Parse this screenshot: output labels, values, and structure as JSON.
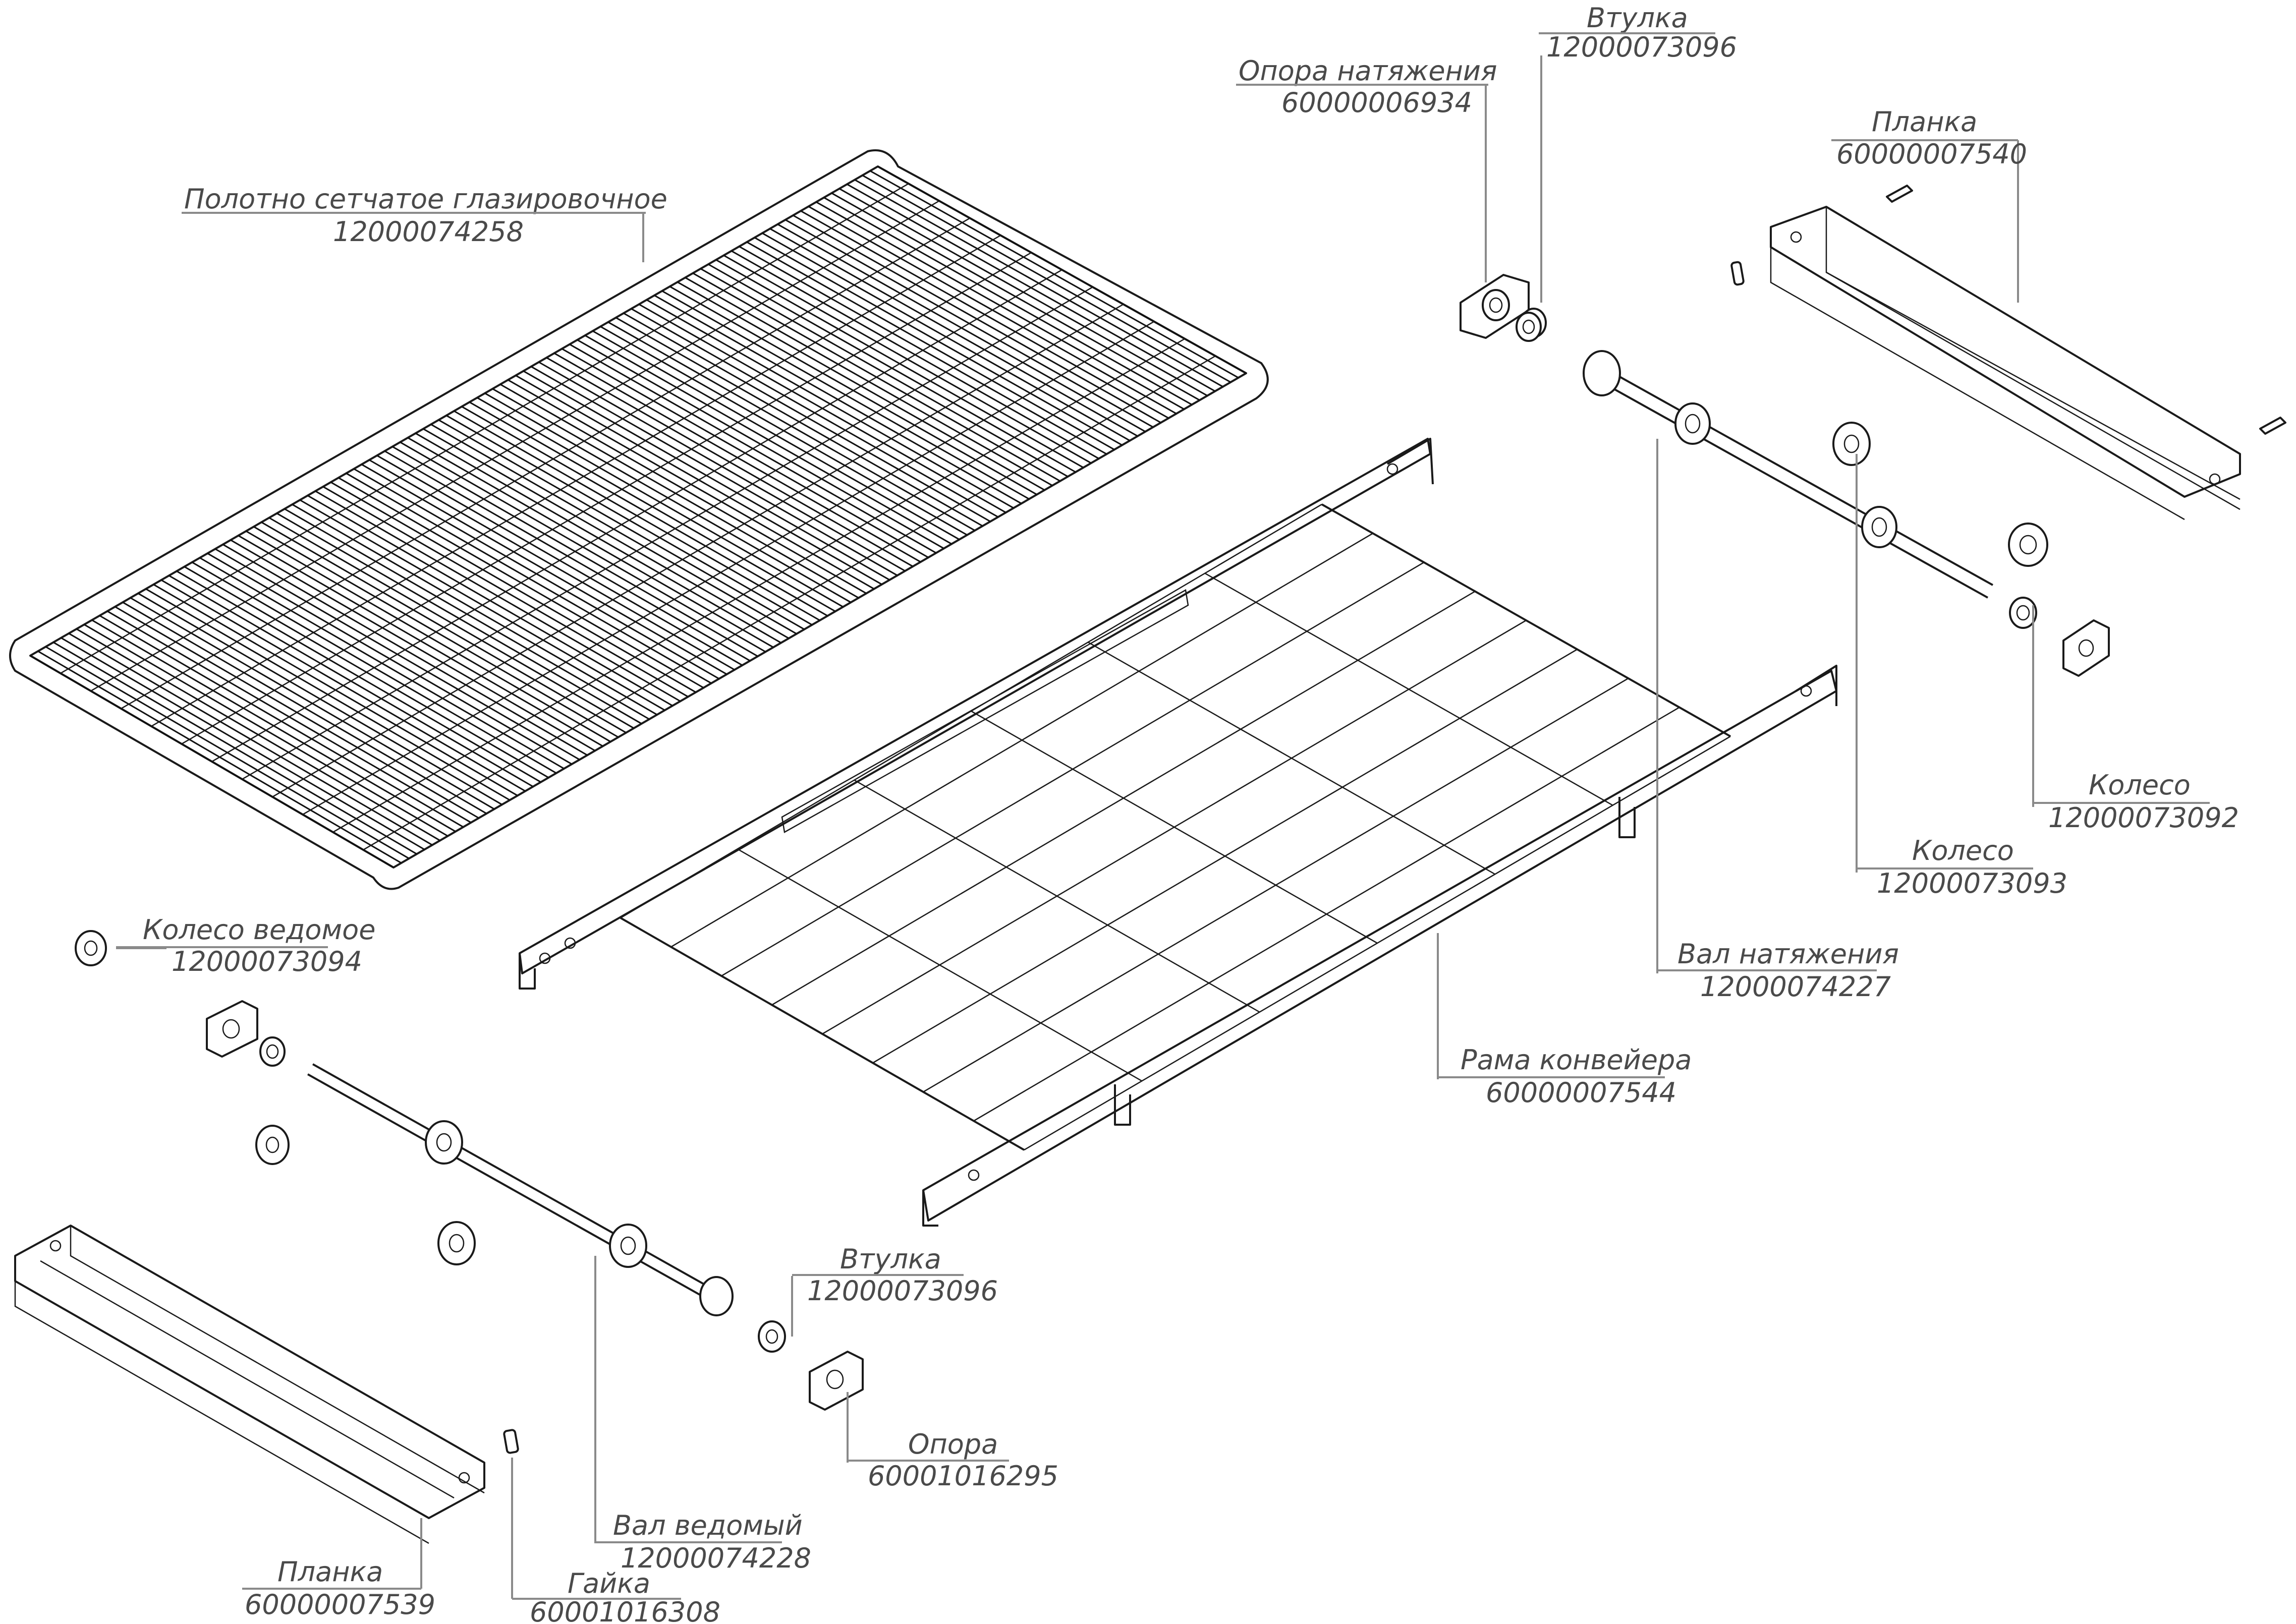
{
  "callouts": {
    "mesh_belt": {
      "name": "Полотно сетчатое глазировочное",
      "code": "12000074258"
    },
    "tension_support": {
      "name": "Опора натяжения",
      "code": "60000006934"
    },
    "bushing_top": {
      "name": "Втулка",
      "code": "12000073096"
    },
    "strip_top": {
      "name": "Планка",
      "code": "60000007540"
    },
    "wheel_92": {
      "name": "Колесо",
      "code": "12000073092"
    },
    "wheel_93": {
      "name": "Колесо",
      "code": "12000073093"
    },
    "tension_shaft": {
      "name": "Вал натяжения",
      "code": "12000074227"
    },
    "conveyor_frame": {
      "name": "Рама конвейера",
      "code": "60000007544"
    },
    "driven_wheel": {
      "name": "Колесо ведомое",
      "code": "12000073094"
    },
    "bushing_bottom": {
      "name": "Втулка",
      "code": "12000073096"
    },
    "support_bottom": {
      "name": "Опора",
      "code": "60001016295"
    },
    "driven_shaft": {
      "name": "Вал ведомый",
      "code": "12000074228"
    },
    "strip_bottom": {
      "name": "Планка",
      "code": "60000007539"
    },
    "nut": {
      "name": "Гайка",
      "code": "60001016308"
    }
  },
  "colors": {
    "line": "#1a1a1a",
    "leader": "#8a8a8a",
    "text": "#4a4a4a",
    "background": "#ffffff"
  }
}
